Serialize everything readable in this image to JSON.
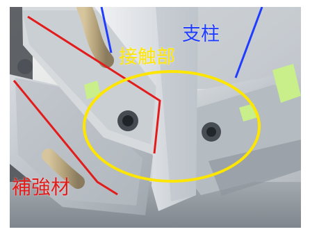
{
  "labels": {
    "contact": "接触部",
    "post": "支柱",
    "stiffener": "補強材"
  },
  "colors": {
    "contact": "#ffe600",
    "post": "#1f3cff",
    "stiffener": "#e21b1b",
    "annotation_red": "#e21b1b",
    "annotation_blue": "#1f3cff",
    "annotation_yellow": "#ffe600",
    "steel_light": "#c6cbd0",
    "steel_mid": "#9ea6ad",
    "steel_dark": "#6c747c",
    "tag_green": "#c8ef8a"
  }
}
